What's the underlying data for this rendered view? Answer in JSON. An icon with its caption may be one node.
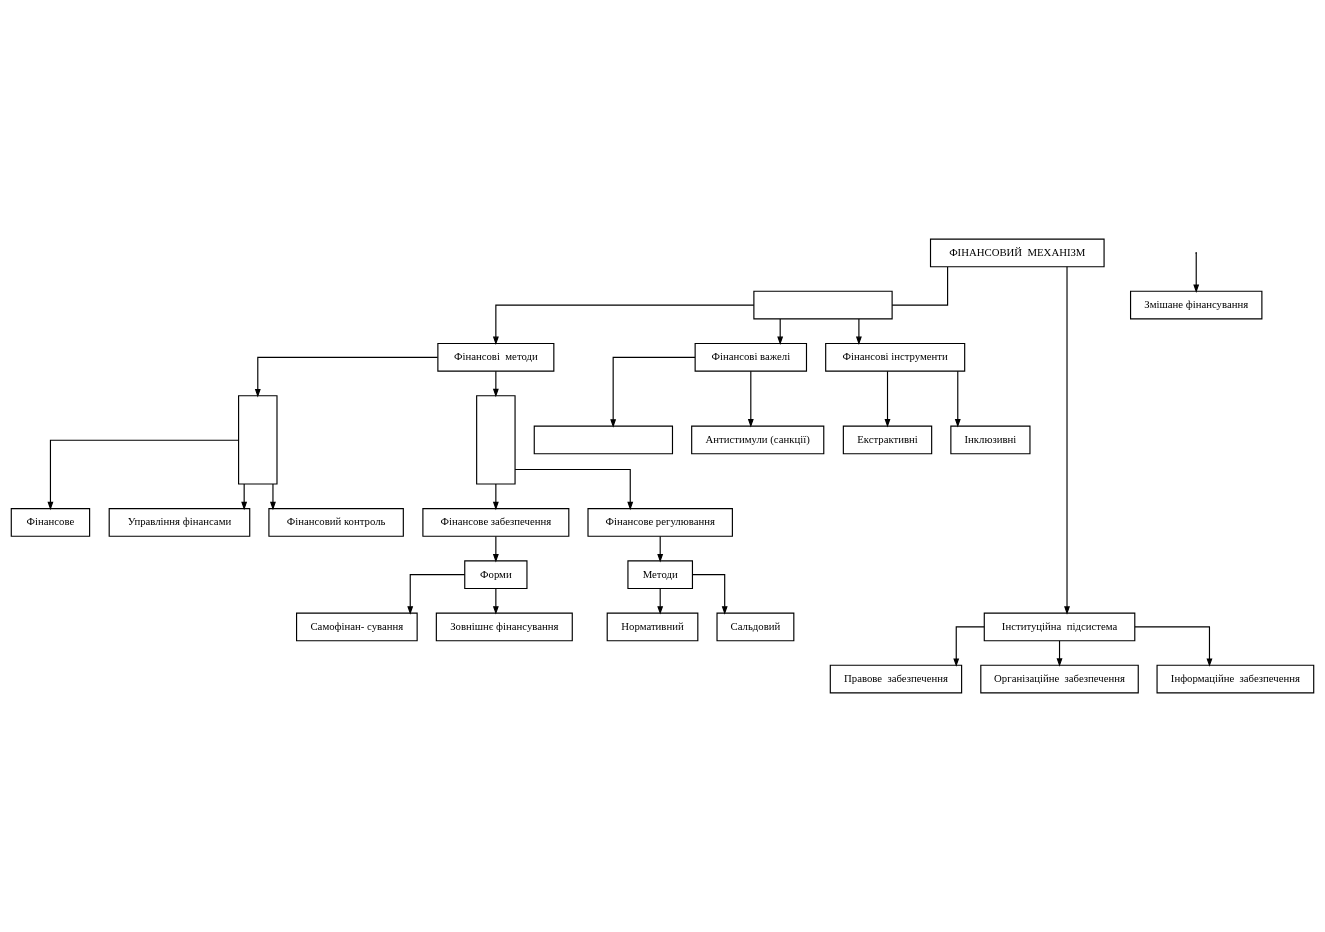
{
  "diagram": {
    "nodes": [
      {
        "text": [
          "ФІНАНСОВИЙ  МЕХАНІЗМ"
        ]
      },
      {
        "text": [],
        "shape": "box"
      },
      {
        "text": [
          "Фінансові  методи"
        ]
      },
      {
        "text": [
          "Фінансові важелі"
        ]
      },
      {
        "text": [
          "Фінансові інструменти"
        ]
      },
      {
        "text": [],
        "shape": "box"
      },
      {
        "text": [
          "Фінансове"
        ]
      },
      {
        "text": [
          "Управління фінансами"
        ]
      },
      {
        "text": [
          "Фінансовий контроль"
        ]
      },
      {
        "text": [],
        "shape": "box"
      },
      {
        "text": [
          "Фінансове забезпечення"
        ]
      },
      {
        "text": [
          "Фінансове регулювання"
        ]
      },
      {
        "text": [],
        "shape": "box"
      },
      {
        "text": [
          "Антистимули (санкції)"
        ]
      },
      {
        "text": [
          "Екстрактивні"
        ]
      },
      {
        "text": [
          "Інклюзивні"
        ]
      },
      {
        "text": [
          "Форми"
        ]
      },
      {
        "text": [
          "Самофінан- сування"
        ]
      },
      {
        "text": [
          "Зовнішнє фінансування"
        ]
      },
      {
        "text": [
          "Змішане фінансування"
        ]
      },
      {
        "text": [
          "Методи"
        ]
      },
      {
        "text": [
          "Нормативний"
        ]
      },
      {
        "text": [
          "Сальдовий"
        ]
      },
      {
        "text": [
          "Інституційна  підсистема"
        ]
      },
      {
        "text": [
          "Правове  забезпечення"
        ]
      },
      {
        "text": [
          "Організаційне  забезпечення"
        ]
      },
      {
        "text": [
          "Інформаційне  забезпечення"
        ]
      }
    ],
    "edges": [
      {
        "from": 0,
        "to": 1,
        "arrow": "none"
      },
      {
        "from": 1,
        "to": 2,
        "arrow": "to"
      },
      {
        "from": 1,
        "to": 3,
        "arrow": "to"
      },
      {
        "from": 1,
        "to": 4,
        "arrow": "to"
      },
      {
        "from": 0,
        "to": 23,
        "arrow": "to"
      },
      {
        "from": 2,
        "to": 5,
        "arrow": "to"
      },
      {
        "from": 2,
        "to": 9,
        "arrow": "to"
      },
      {
        "from": 5,
        "to": 6,
        "arrow": "to"
      },
      {
        "from": 5,
        "to": 7,
        "arrow": "to"
      },
      {
        "from": 5,
        "to": 8,
        "arrow": "to"
      },
      {
        "from": 9,
        "to": 10,
        "arrow": "to"
      },
      {
        "from": 9,
        "to": 11,
        "arrow": "to"
      },
      {
        "from": 3,
        "to": 12,
        "arrow": "to"
      },
      {
        "from": 3,
        "to": 13,
        "arrow": "to"
      },
      {
        "from": 4,
        "to": 14,
        "arrow": "to"
      },
      {
        "from": 4,
        "to": 15,
        "arrow": "to"
      },
      {
        "from": 10,
        "to": 16,
        "arrow": "to"
      },
      {
        "from": 16,
        "to": 17,
        "arrow": "to"
      },
      {
        "from": 16,
        "to": 18,
        "arrow": "to"
      },
      {
        "from": null,
        "to": 19,
        "arrow": "to"
      },
      {
        "from": 11,
        "to": 20,
        "arrow": "to"
      },
      {
        "from": 20,
        "to": 21,
        "arrow": "to"
      },
      {
        "from": 20,
        "to": 22,
        "arrow": "to"
      },
      {
        "from": 23,
        "to": 24,
        "arrow": "to"
      },
      {
        "from": 23,
        "to": 25,
        "arrow": "to"
      },
      {
        "from": 23,
        "to": 26,
        "arrow": "to"
      }
    ]
  }
}
